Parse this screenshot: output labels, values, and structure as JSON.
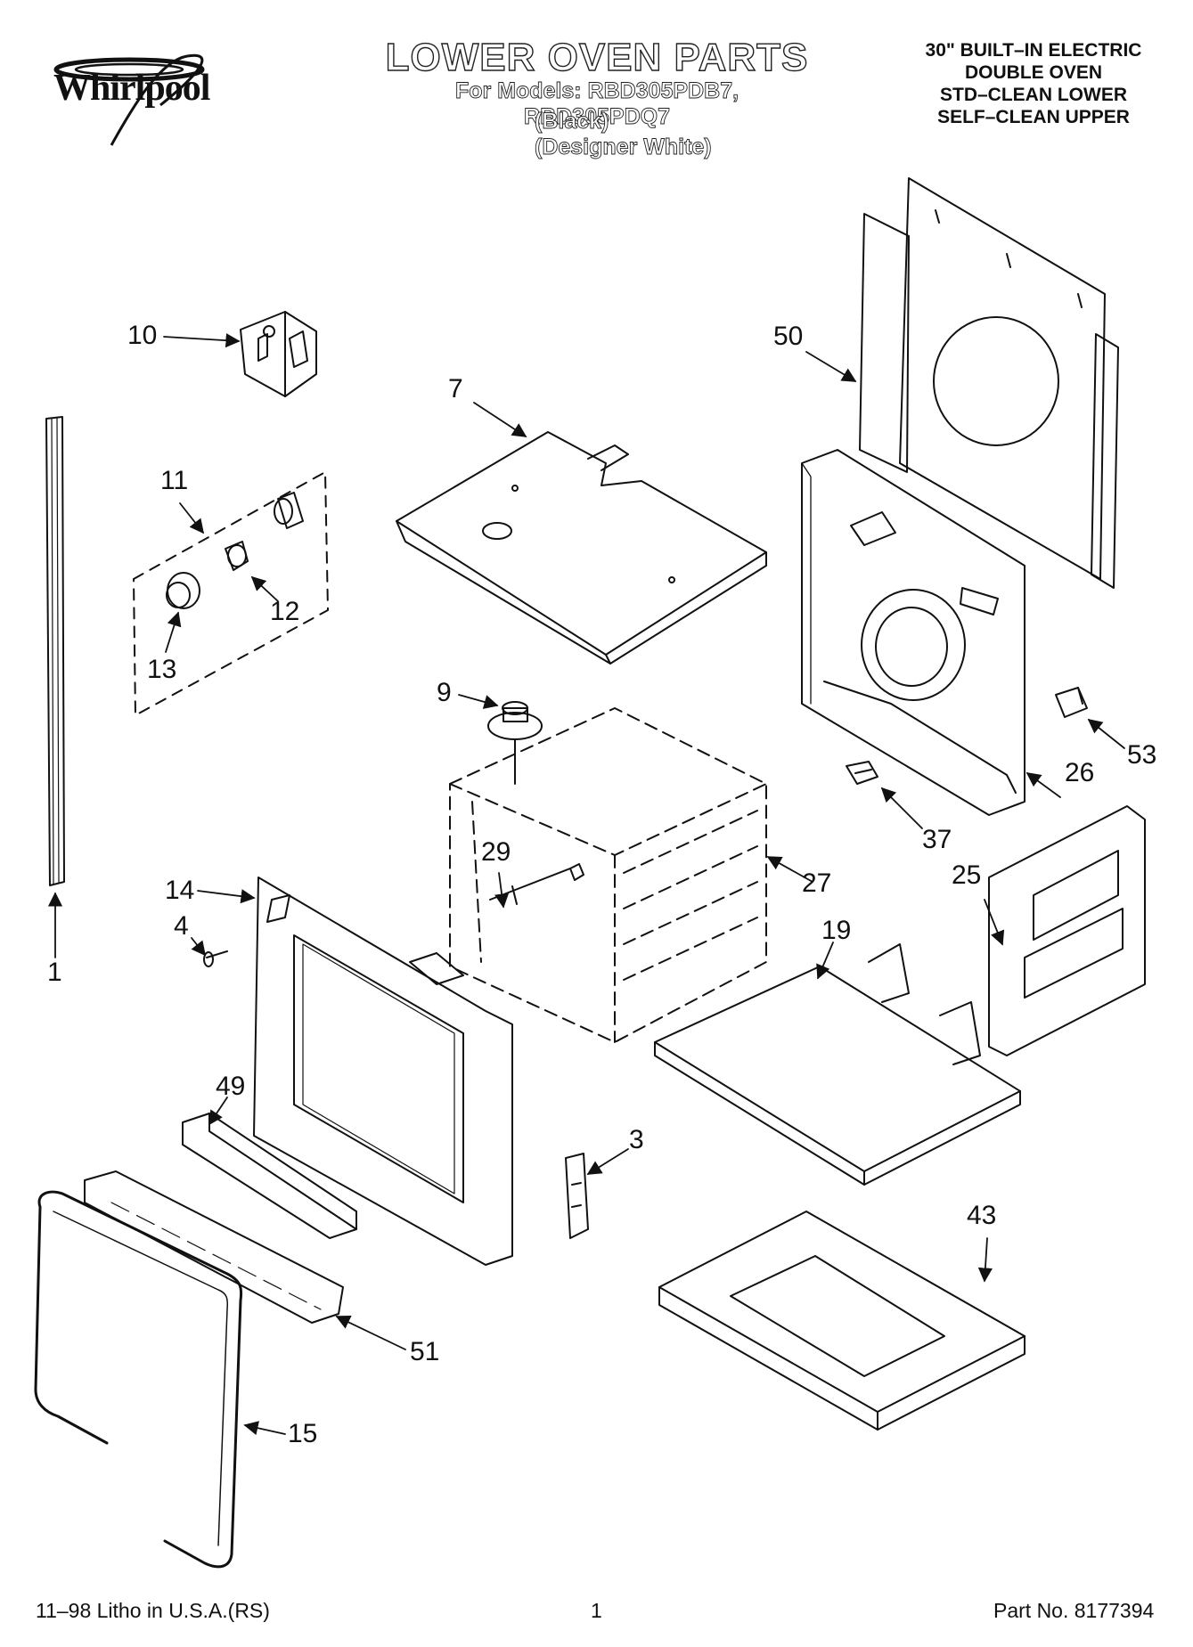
{
  "header": {
    "brand": "Whirlpool",
    "title": "LOWER OVEN PARTS",
    "models_line": "For Models: RBD305PDB7, RBD305PDQ7",
    "variant_black": "(Black)",
    "variant_white": "(Designer White)",
    "spec_lines": [
      "30\" BUILT–IN ELECTRIC",
      "DOUBLE OVEN",
      "STD–CLEAN LOWER",
      "SELF–CLEAN UPPER"
    ]
  },
  "callouts": [
    "10",
    "50",
    "7",
    "11",
    "12",
    "13",
    "9",
    "53",
    "26",
    "37",
    "29",
    "27",
    "14",
    "4",
    "1",
    "25",
    "19",
    "49",
    "3",
    "43",
    "51",
    "15"
  ],
  "footer": {
    "litho": "11–98 Litho in U.S.A.(RS)",
    "page": "1",
    "part_no": "Part No. 8177394"
  }
}
